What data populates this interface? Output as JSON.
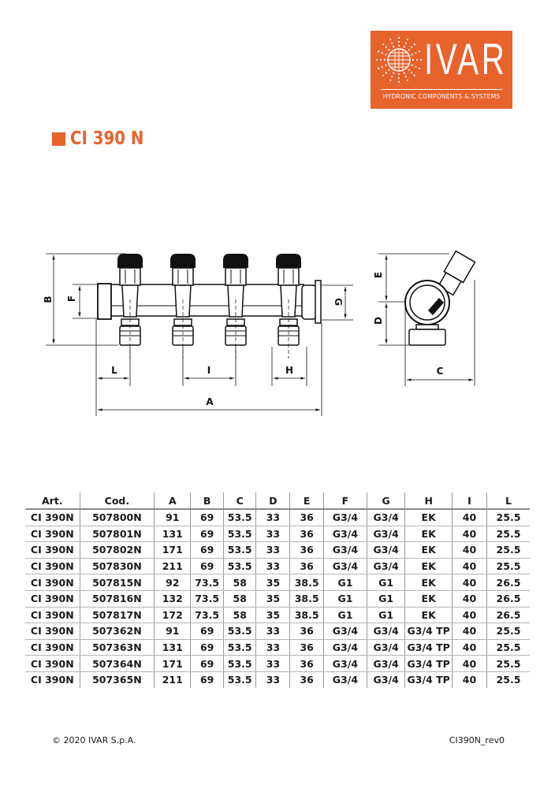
{
  "logo": {
    "wordmark": "IVAR",
    "tagline": "HYDRONIC COMPONENTS & SYSTEMS",
    "brand_color": "#e8622c"
  },
  "title": "CI 390 N",
  "drawing": {
    "labels": {
      "A": "A",
      "B": "B",
      "C": "C",
      "D": "D",
      "E": "E",
      "F": "F",
      "G": "G",
      "H": "H",
      "I": "I",
      "L": "L"
    }
  },
  "table": {
    "headers": [
      "Art.",
      "Cod.",
      "A",
      "B",
      "C",
      "D",
      "E",
      "F",
      "G",
      "H",
      "I",
      "L"
    ],
    "rows": [
      [
        "CI 390N",
        "507800N",
        "91",
        "69",
        "53.5",
        "33",
        "36",
        "G3/4",
        "G3/4",
        "EK",
        "40",
        "25.5"
      ],
      [
        "CI 390N",
        "507801N",
        "131",
        "69",
        "53.5",
        "33",
        "36",
        "G3/4",
        "G3/4",
        "EK",
        "40",
        "25.5"
      ],
      [
        "CI 390N",
        "507802N",
        "171",
        "69",
        "53.5",
        "33",
        "36",
        "G3/4",
        "G3/4",
        "EK",
        "40",
        "25.5"
      ],
      [
        "CI 390N",
        "507830N",
        "211",
        "69",
        "53.5",
        "33",
        "36",
        "G3/4",
        "G3/4",
        "EK",
        "40",
        "25.5"
      ],
      [
        "CI 390N",
        "507815N",
        "92",
        "73.5",
        "58",
        "35",
        "38.5",
        "G1",
        "G1",
        "EK",
        "40",
        "26.5"
      ],
      [
        "CI 390N",
        "507816N",
        "132",
        "73.5",
        "58",
        "35",
        "38.5",
        "G1",
        "G1",
        "EK",
        "40",
        "26.5"
      ],
      [
        "CI 390N",
        "507817N",
        "172",
        "73.5",
        "58",
        "35",
        "38.5",
        "G1",
        "G1",
        "EK",
        "40",
        "26.5"
      ],
      [
        "CI 390N",
        "507362N",
        "91",
        "69",
        "53.5",
        "33",
        "36",
        "G3/4",
        "G3/4",
        "G3/4 TP",
        "40",
        "25.5"
      ],
      [
        "CI 390N",
        "507363N",
        "131",
        "69",
        "53.5",
        "33",
        "36",
        "G3/4",
        "G3/4",
        "G3/4 TP",
        "40",
        "25.5"
      ],
      [
        "CI 390N",
        "507364N",
        "171",
        "69",
        "53.5",
        "33",
        "36",
        "G3/4",
        "G3/4",
        "G3/4 TP",
        "40",
        "25.5"
      ],
      [
        "CI 390N",
        "507365N",
        "211",
        "69",
        "53.5",
        "33",
        "36",
        "G3/4",
        "G3/4",
        "G3/4 TP",
        "40",
        "25.5"
      ]
    ]
  },
  "footer": {
    "copyright": "© 2020 IVAR S.p.A.",
    "revision": "CI390N_rev0"
  }
}
